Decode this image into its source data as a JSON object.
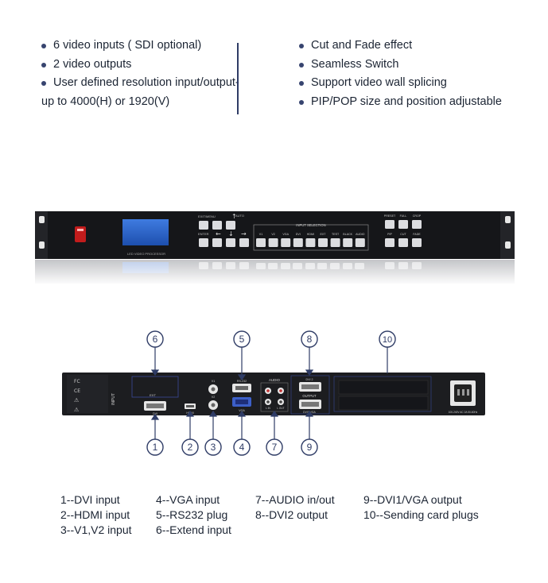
{
  "features": {
    "left": [
      "6 video inputs ( SDI optional)",
      "2 video outputs",
      "User defined resolution input/output-",
      "up to 4000(H) or 1920(V)"
    ],
    "right": [
      "Cut and Fade effect",
      "Seamless Switch",
      "Support video wall splicing",
      "PIP/POP size and position adjustable"
    ]
  },
  "front_panel": {
    "brand_label": "LED VIDEO PROCESSOR",
    "exit_menu": "EXIT/MENU",
    "enter": "ENTER",
    "auto": "AUTO",
    "input_selection": "INPUT  SELECTION",
    "inputs": [
      "V1",
      "V2",
      "VGA",
      "DVI",
      "HDMI",
      "EXT",
      "TEST",
      "BLACK",
      "AUDIO"
    ],
    "right_top": [
      "PRESET",
      "FULL",
      "CROP"
    ],
    "right_bottom": [
      "PIP",
      "CUT",
      "FADE"
    ]
  },
  "rear_panel": {
    "input_label": "INPUT",
    "ext_label": "EXT",
    "dvi_label": "DVI",
    "hdmi_label": "HDMI",
    "v1_label": "V1",
    "v2_label": "V2",
    "rs232_label": "RS-232",
    "vga_label": "VGA",
    "audio_label": "AUDIO",
    "audio_in_label": "L IN",
    "audio_out_label": "L OUT",
    "dvi2_label": "DVI 2",
    "output_label": "OUTPUT",
    "dvi1_label": "DVI1/VGA",
    "power_label": "100-240V  AC  2A  50-60Hz"
  },
  "callouts": [
    "1",
    "2",
    "3",
    "4",
    "5",
    "6",
    "7",
    "8",
    "9",
    "10"
  ],
  "legend": {
    "col1": [
      "1--DVI input",
      "2--HDMI input",
      "3--V1,V2 input"
    ],
    "col2": [
      "4--VGA input",
      "5--RS232 plug",
      "6--Extend input"
    ],
    "col3": [
      "7--AUDIO in/out",
      "8--DVI2 output"
    ],
    "col4": [
      "9--DVI1/VGA output",
      "10--Sending card plugs"
    ]
  },
  "colors": {
    "accent": "#2f3c66",
    "device": "#1c1d20",
    "button": "#dcdde0",
    "lcd": "#2a63c7",
    "power_switch": "#c21c1c"
  }
}
